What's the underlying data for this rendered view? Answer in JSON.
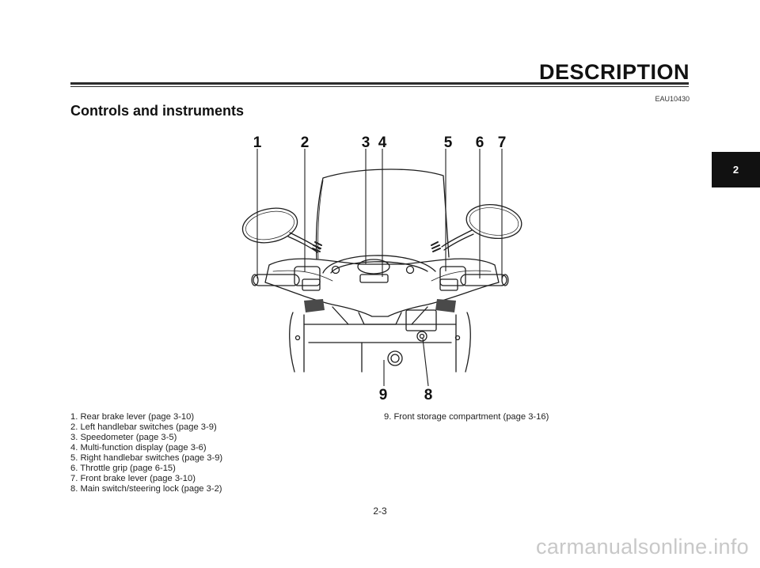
{
  "header": {
    "section_title": "DESCRIPTION",
    "code": "EAU10430"
  },
  "page_title": "Controls and instruments",
  "chapter_tab": "2",
  "callouts": [
    "1",
    "2",
    "3",
    "4",
    "5",
    "6",
    "7",
    "8",
    "9"
  ],
  "legend_left": [
    "1. Rear brake lever (page 3-10)",
    "2. Left handlebar switches (page 3-9)",
    "3. Speedometer (page 3-5)",
    "4. Multi-function display (page 3-6)",
    "5. Right handlebar switches (page 3-9)",
    "6. Throttle grip (page 6-15)",
    "7. Front brake lever (page 3-10)",
    "8. Main switch/steering lock (page 3-2)"
  ],
  "legend_right": [
    "9. Front storage compartment (page 3-16)"
  ],
  "page_number": "2-3",
  "watermark": "carmanualsonline.info"
}
